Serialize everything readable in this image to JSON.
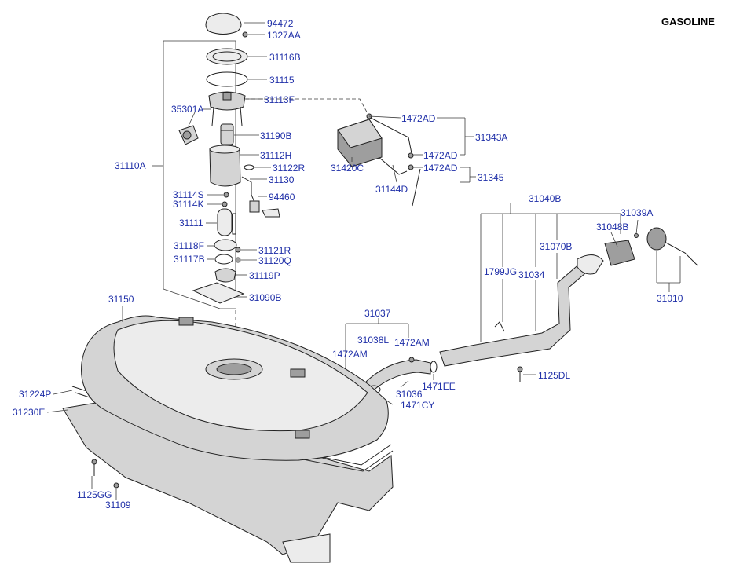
{
  "header": {
    "variant": "GASOLINE"
  },
  "labels": [
    {
      "id": "l94472",
      "text": "94472"
    },
    {
      "id": "l1327AA",
      "text": "1327AA"
    },
    {
      "id": "l31116B",
      "text": "31116B"
    },
    {
      "id": "l31115",
      "text": "31115"
    },
    {
      "id": "l31113F",
      "text": "31113F"
    },
    {
      "id": "l35301A",
      "text": "35301A"
    },
    {
      "id": "l31190B",
      "text": "31190B"
    },
    {
      "id": "l31112H",
      "text": "31112H"
    },
    {
      "id": "l31122R",
      "text": "31122R"
    },
    {
      "id": "l31110A",
      "text": "31110A"
    },
    {
      "id": "l31130",
      "text": "31130"
    },
    {
      "id": "l31114S",
      "text": "31114S"
    },
    {
      "id": "l94460",
      "text": "94460"
    },
    {
      "id": "l31114K",
      "text": "31114K"
    },
    {
      "id": "l31111",
      "text": "31111"
    },
    {
      "id": "l31118F",
      "text": "31118F"
    },
    {
      "id": "l31121R",
      "text": "31121R"
    },
    {
      "id": "l31117B",
      "text": "31117B"
    },
    {
      "id": "l31120Q",
      "text": "31120Q"
    },
    {
      "id": "l31119P",
      "text": "31119P"
    },
    {
      "id": "l31090B",
      "text": "31090B"
    },
    {
      "id": "l1472AD_a",
      "text": "1472AD"
    },
    {
      "id": "l31343A",
      "text": "31343A"
    },
    {
      "id": "l1472AD_b",
      "text": "1472AD"
    },
    {
      "id": "l31420C",
      "text": "31420C"
    },
    {
      "id": "l1472AD_c",
      "text": "1472AD"
    },
    {
      "id": "l31345",
      "text": "31345"
    },
    {
      "id": "l31144D",
      "text": "31144D"
    },
    {
      "id": "l31040B",
      "text": "31040B"
    },
    {
      "id": "l31039A",
      "text": "31039A"
    },
    {
      "id": "l31048B",
      "text": "31048B"
    },
    {
      "id": "l31070B",
      "text": "31070B"
    },
    {
      "id": "l1799JG",
      "text": "1799JG"
    },
    {
      "id": "l31034",
      "text": "31034"
    },
    {
      "id": "l31010",
      "text": "31010"
    },
    {
      "id": "l31150",
      "text": "31150"
    },
    {
      "id": "l31037",
      "text": "31037"
    },
    {
      "id": "l31038L",
      "text": "31038L"
    },
    {
      "id": "l1472AM_a",
      "text": "1472AM"
    },
    {
      "id": "l1472AM_b",
      "text": "1472AM"
    },
    {
      "id": "l1125DL",
      "text": "1125DL"
    },
    {
      "id": "l1471EE",
      "text": "1471EE"
    },
    {
      "id": "l31036",
      "text": "31036"
    },
    {
      "id": "l1471CY",
      "text": "1471CY"
    },
    {
      "id": "l31224P",
      "text": "31224P"
    },
    {
      "id": "l31230E",
      "text": "31230E"
    },
    {
      "id": "l1125GG",
      "text": "1125GG"
    },
    {
      "id": "l31109",
      "text": "31109"
    }
  ]
}
